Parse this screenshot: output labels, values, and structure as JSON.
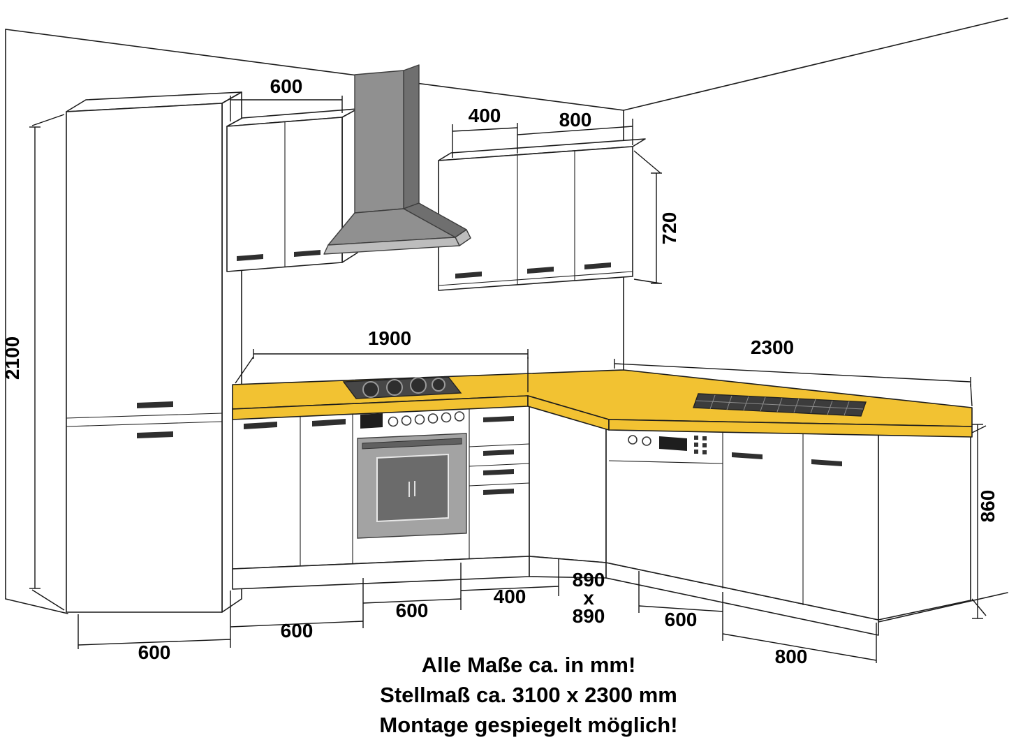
{
  "dims": {
    "top_600": "600",
    "top_400": "400",
    "top_800": "800",
    "side_720": "720",
    "left_2100": "2100",
    "mid_1900": "1900",
    "mid_2300": "2300",
    "right_860": "860",
    "bottom_600_1": "600",
    "bottom_600_2": "600",
    "bottom_600_3": "600",
    "bottom_400": "400",
    "corner_890_w": "890",
    "corner_sep": "x",
    "corner_890_d": "890",
    "bottom_600_4": "600",
    "bottom_800": "800"
  },
  "notes": {
    "line1": "Alle Maße ca. in mm!",
    "line2": "Stellmaß ca. 3100 x 2300 mm",
    "line3": "Montage gespiegelt möglich!"
  },
  "colors": {
    "worktop": "#f2c232",
    "hood_front": "#909090",
    "hood_side": "#6f6f6f",
    "hood_rim": "#bdbdbd",
    "oven_door": "#a3a3a3",
    "oven_window": "#6b6b6b",
    "appliance_dark": "#1e1e1e",
    "cooktop": "#474747",
    "sink": "#3c3c3c"
  }
}
